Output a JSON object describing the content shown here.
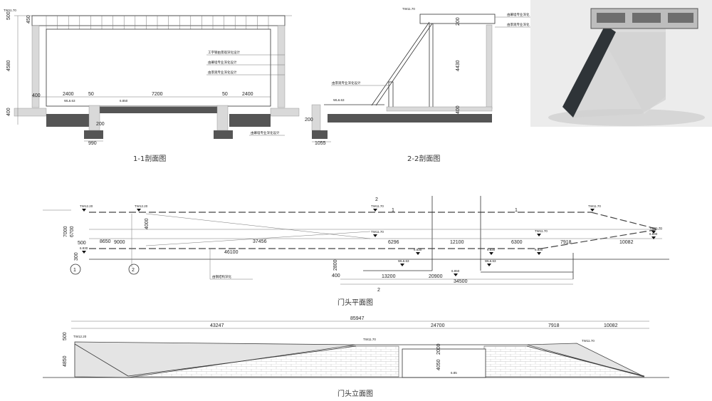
{
  "section_1_1": {
    "title": "1-1剖面图",
    "elevation_top": "TW11.70",
    "dims_left": [
      "500",
      "4580",
      "400"
    ],
    "dim_450": "450",
    "dim_small": "400",
    "dims_top": [
      "2400",
      "50",
      "7200",
      "50",
      "2400"
    ],
    "water_level": "WL6.63",
    "floor_level": "6.850",
    "dim_200": "200",
    "dim_990": "990",
    "notes": [
      "工字钢由景观深化设计",
      "由幕墙专业深化设计",
      "由景观专业深化设计",
      "由幕墙专业深化设计"
    ]
  },
  "section_2_2": {
    "title": "2-2剖面图",
    "elevation_top": "TW11.70",
    "dim_height": "4430",
    "dim_top": "200",
    "dim_bottom": "400",
    "water_level": "WL6.63",
    "dim_1055": "1055",
    "dim_200": "200",
    "notes": [
      "由幕墙专业深化",
      "由景观专业深化",
      "由景观专业深化设计"
    ]
  },
  "plan": {
    "title": "门头平面图",
    "axis_labels": [
      "1",
      "2"
    ],
    "section_markers": [
      "2",
      "1",
      "2",
      "1"
    ],
    "elevations": [
      "TW12.20",
      "TW12.20",
      "TW11.70",
      "TW11.70",
      "TW11.70",
      "TW11.70",
      "TW11.70",
      "6.830",
      "6.830",
      "6.830",
      "6.830",
      "6.830",
      "WL6.63",
      "WL6.63",
      "6.850"
    ],
    "dims_left": [
      "7000",
      "6700",
      "500",
      "300"
    ],
    "dim_4000": "4000",
    "dims_row": [
      "8650",
      "9000",
      "37456",
      "6296",
      "12100",
      "6300",
      "7918",
      "10082"
    ],
    "dim_46100": "46100",
    "dim_2800": "2800",
    "dim_400": "400",
    "dims_bottom": [
      "13200",
      "20900",
      "34500"
    ],
    "note": "由钢结构深化"
  },
  "elevation": {
    "title": "门头立面图",
    "dim_total": "85947",
    "dims": [
      "43247",
      "24700",
      "7918",
      "10082"
    ],
    "dims_left": [
      "500",
      "4850"
    ],
    "dims_mid": [
      "2000",
      "4050"
    ],
    "elevations": [
      "TW12.20",
      "TW11.70",
      "TW11.70",
      "6.85"
    ]
  },
  "render": {
    "colors": {
      "background": "#ececec",
      "stone": "#2f3438",
      "panel": "#dcdcdc"
    }
  }
}
